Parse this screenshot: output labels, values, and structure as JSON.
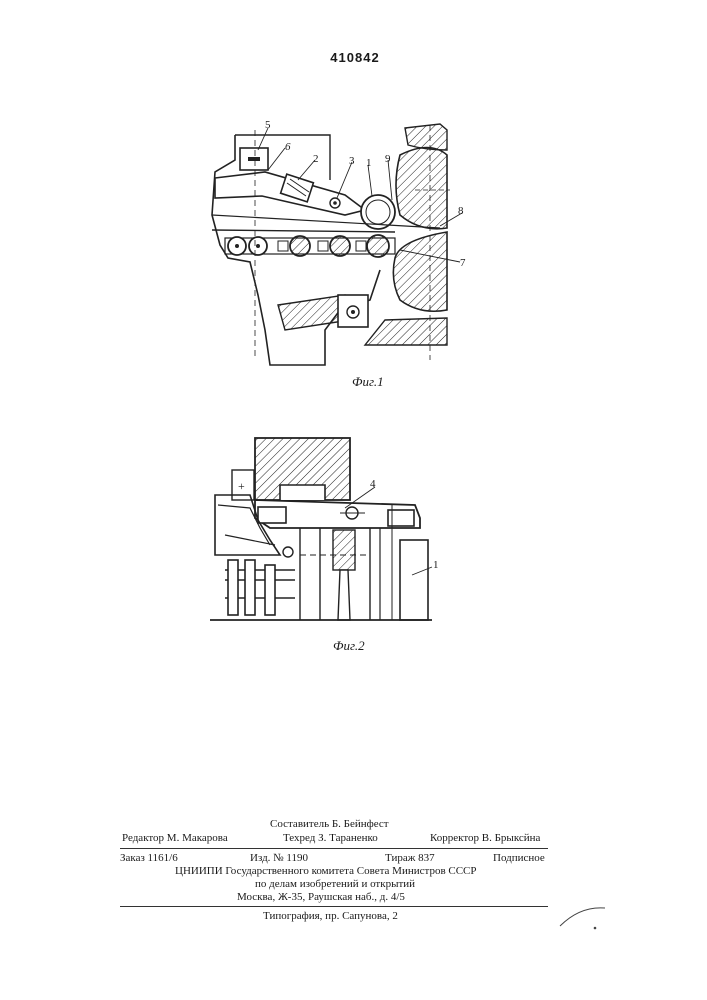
{
  "document": {
    "patent_number": "410842"
  },
  "figure1": {
    "caption": "Фиг.1",
    "labels": [
      "5",
      "6",
      "2",
      "3",
      "1",
      "9",
      "8",
      "7"
    ]
  },
  "figure2": {
    "caption": "Фиг.2",
    "labels": [
      "4",
      "1",
      "+"
    ]
  },
  "imprint": {
    "compiler": "Составитель Б. Бейнфест",
    "editor": "Редактор М. Макарова",
    "techred": "Техред З. Тараненко",
    "corrector": "Корректор В. Брыксйна",
    "order": "Заказ 1161/6",
    "issue": "Изд. № 1190",
    "circulation": "Тираж 837",
    "subscription": "Подписное",
    "institute_line1": "ЦНИИПИ Государственного комитета Совета Министров СССР",
    "institute_line2": "по делам изобретений и открытий",
    "institute_line3": "Москва, Ж-35, Раушская наб., д. 4/5",
    "printer": "Типография, пр. Сапунова, 2"
  }
}
